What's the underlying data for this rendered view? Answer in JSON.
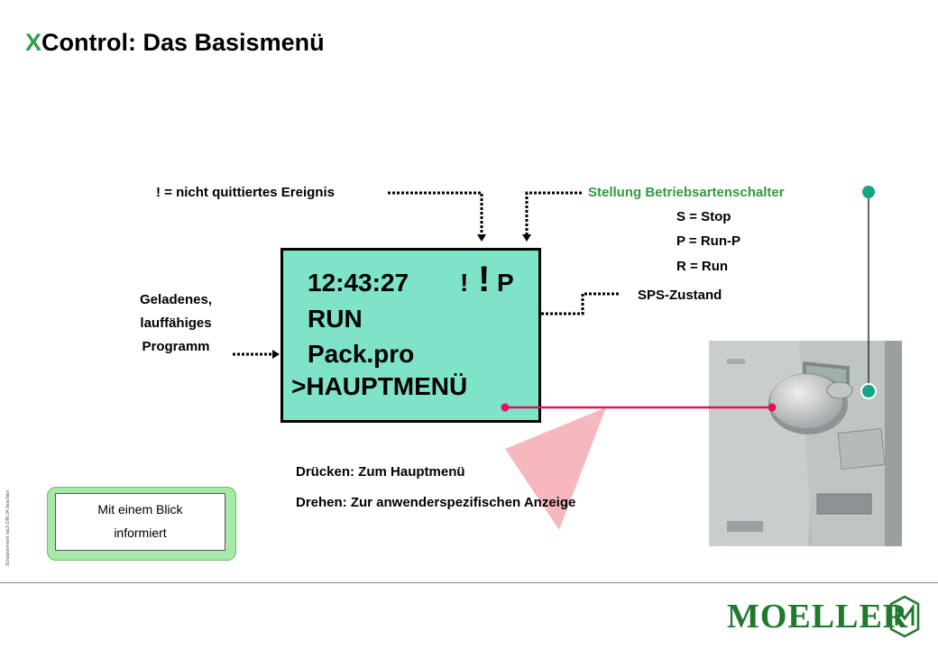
{
  "title": {
    "letter": "X",
    "rest": "Control: Das Basismenü"
  },
  "labels": {
    "event": "! = nicht quittiertes Ereignis",
    "switch_title": "Stellung Betriebsartenschalter",
    "switch_s": "S = Stop",
    "switch_p": "P = Run-P",
    "switch_r": "R = Run",
    "sps_state": "SPS-Zustand",
    "loaded_1": "Geladenes,",
    "loaded_2": "lauffähiges",
    "loaded_3": "Programm",
    "press": "Drücken: Zum Hauptmenü",
    "turn": "Drehen: Zur anwenderspezifischen Anzeige"
  },
  "lcd": {
    "time": "12:43:27",
    "mark_small": "!",
    "mark_big": "!",
    "mode": "P",
    "state": "RUN",
    "program": "Pack.pro",
    "menu": ">HAUPTMENÜ"
  },
  "info_box": {
    "line1": "Mit einem Blick",
    "line2": "informiert"
  },
  "vertical_note": "Schutzvermerk nach DIN 34 beachten",
  "logo": {
    "text": "MOELLER",
    "emblem": "moeller-emblem-icon"
  },
  "colors": {
    "accent_green": "#2aa14c",
    "lcd": "#7ee3c8",
    "connector": "#e0105a",
    "wedge": "#f7b8bd"
  }
}
